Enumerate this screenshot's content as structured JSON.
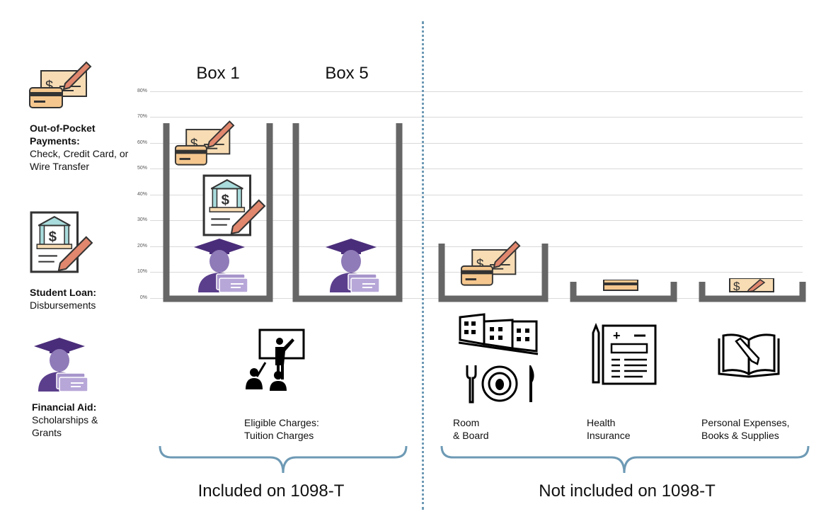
{
  "legend": {
    "out_of_pocket": {
      "title": "Out-of-Pocket Payments:",
      "text": "Check, Credit Card, or Wire Transfer",
      "icon": "check-credit-card-icon"
    },
    "student_loan": {
      "title": "Student Loan:",
      "text": "Disbursements",
      "icon": "loan-document-icon"
    },
    "financial_aid": {
      "title": "Financial Aid:",
      "text": "Scholarships & Grants",
      "icon": "graduate-aid-icon"
    }
  },
  "boxes": {
    "box1": "Box 1",
    "box5": "Box 5"
  },
  "axis_ticks": [
    "80%",
    "70%",
    "60%",
    "50%",
    "40%",
    "30%",
    "20%",
    "10%",
    "0%"
  ],
  "categories": {
    "tuition": {
      "line1": "Eligible Charges:",
      "line2": "Tuition Charges"
    },
    "room": {
      "line1": "Room",
      "line2": "& Board"
    },
    "health": {
      "line1": "Health",
      "line2": "Insurance"
    },
    "personal": {
      "line1": "Personal Expenses,",
      "line2": "Books & Supplies"
    }
  },
  "groups": {
    "included": "Included on 1098-T",
    "not_included": "Not included on 1098-T"
  },
  "colors": {
    "purple": "#5b3f8c",
    "check": "#f7dcb4",
    "frame": "#666666",
    "brace": "#6e9ab5"
  }
}
